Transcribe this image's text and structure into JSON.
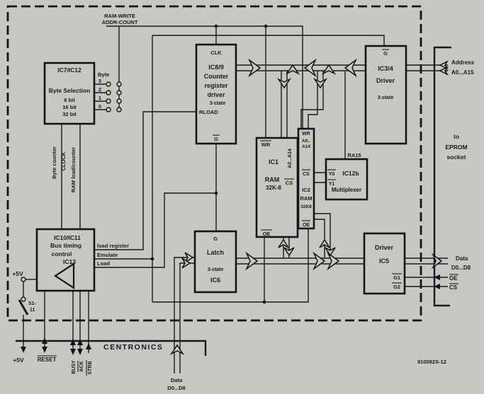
{
  "colors": {
    "paper": "#c8c7c3",
    "ink": "#1a1a1a"
  },
  "diagram": {
    "signals": {
      "ram_write": "RAM-WRITE",
      "addr_count": "ADDR-COUNT",
      "load_register": "load register",
      "emulate": "Emulate",
      "load": "Load",
      "ra15": "RA15",
      "centronics": "CENTRONICS"
    },
    "byte_selection": {
      "title": "IC7/IC12",
      "name": "Byte Selection",
      "options": [
        "8 bit",
        "16 bit",
        "32 bit"
      ],
      "group": "Byte",
      "pins": [
        "3",
        "2",
        "1",
        "0"
      ],
      "clock1": "Byte counter",
      "clock2": "CLOCK",
      "clock3": "RAM load/counter"
    },
    "counter": {
      "clk": "CLK",
      "title": "IC8/9",
      "line1": "Counter",
      "line2": "register",
      "line3": "driver",
      "mode": "3-state",
      "rload": "RLOAD",
      "g": "G"
    },
    "addr_driver": {
      "g": "G",
      "title": "IC3/4",
      "role": "Driver",
      "mode": "3-state"
    },
    "ram1": {
      "wr": "WR",
      "addr": "A0...A14",
      "title": "IC1",
      "role": "RAM",
      "size": "32K-8",
      "cs": "CS",
      "oe": "OE"
    },
    "ram2": {
      "wr": "WR",
      "addr1": "A0..",
      "addr2": "A14",
      "cs": "CS",
      "title": "IC2",
      "role": "RAM",
      "size": "32K8",
      "oe": "OE"
    },
    "mux": {
      "y0": "Y0",
      "y1": "Y1",
      "title": "IC12b",
      "role": "Multiplexer"
    },
    "bus_timing": {
      "title": "IC10/IC11",
      "line1": "Bus timing",
      "line2": "control",
      "sub": "IC13"
    },
    "latch": {
      "g": "G",
      "title": "Latch",
      "mode": "3-state",
      "sub": "IC6"
    },
    "data_driver": {
      "role": "Driver",
      "title": "IC5",
      "g1": "G1",
      "g2": "G2"
    },
    "left": {
      "v5_top": "+5V",
      "switch_line1": "S1-",
      "switch_line2": "11",
      "v5_bottom": "+5V",
      "reset": "RESET",
      "busy": "BUSY",
      "ack": "ACK",
      "strb": "STRB"
    },
    "bottom": {
      "data": "Data",
      "data_range": "D0...D8"
    },
    "right": {
      "address": "Address",
      "address_range": "A0...A15",
      "to": "to",
      "eprom": "EPROM",
      "socket": "socket",
      "data": "Data",
      "data_range": "D0...D8",
      "oe": "OE",
      "cs": "CS"
    },
    "code": "910082X-12"
  }
}
